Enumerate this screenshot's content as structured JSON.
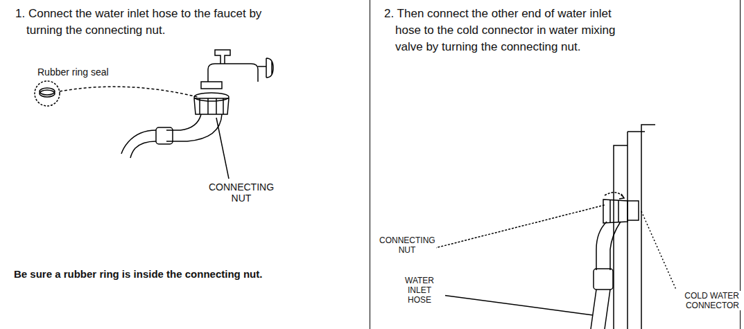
{
  "diagram": {
    "nodes": [
      {
        "text": [
          "1. Connect the water inlet hose to the faucet by turning the connecting nut.",
          "Be sure a rubber ring is inside the connecting nut."
        ]
      },
      {
        "text": [
          "2. Then connect the other end of water inlet hose to the cold connector in water mixing valve by turning the connecting nut."
        ]
      }
    ],
    "labels": [
      "Rubber ring seal",
      "CONNECTING NUT",
      "CONNECTING NUT",
      "WATER INLET HOSE",
      "COLD WATER CONNECTOR"
    ]
  }
}
